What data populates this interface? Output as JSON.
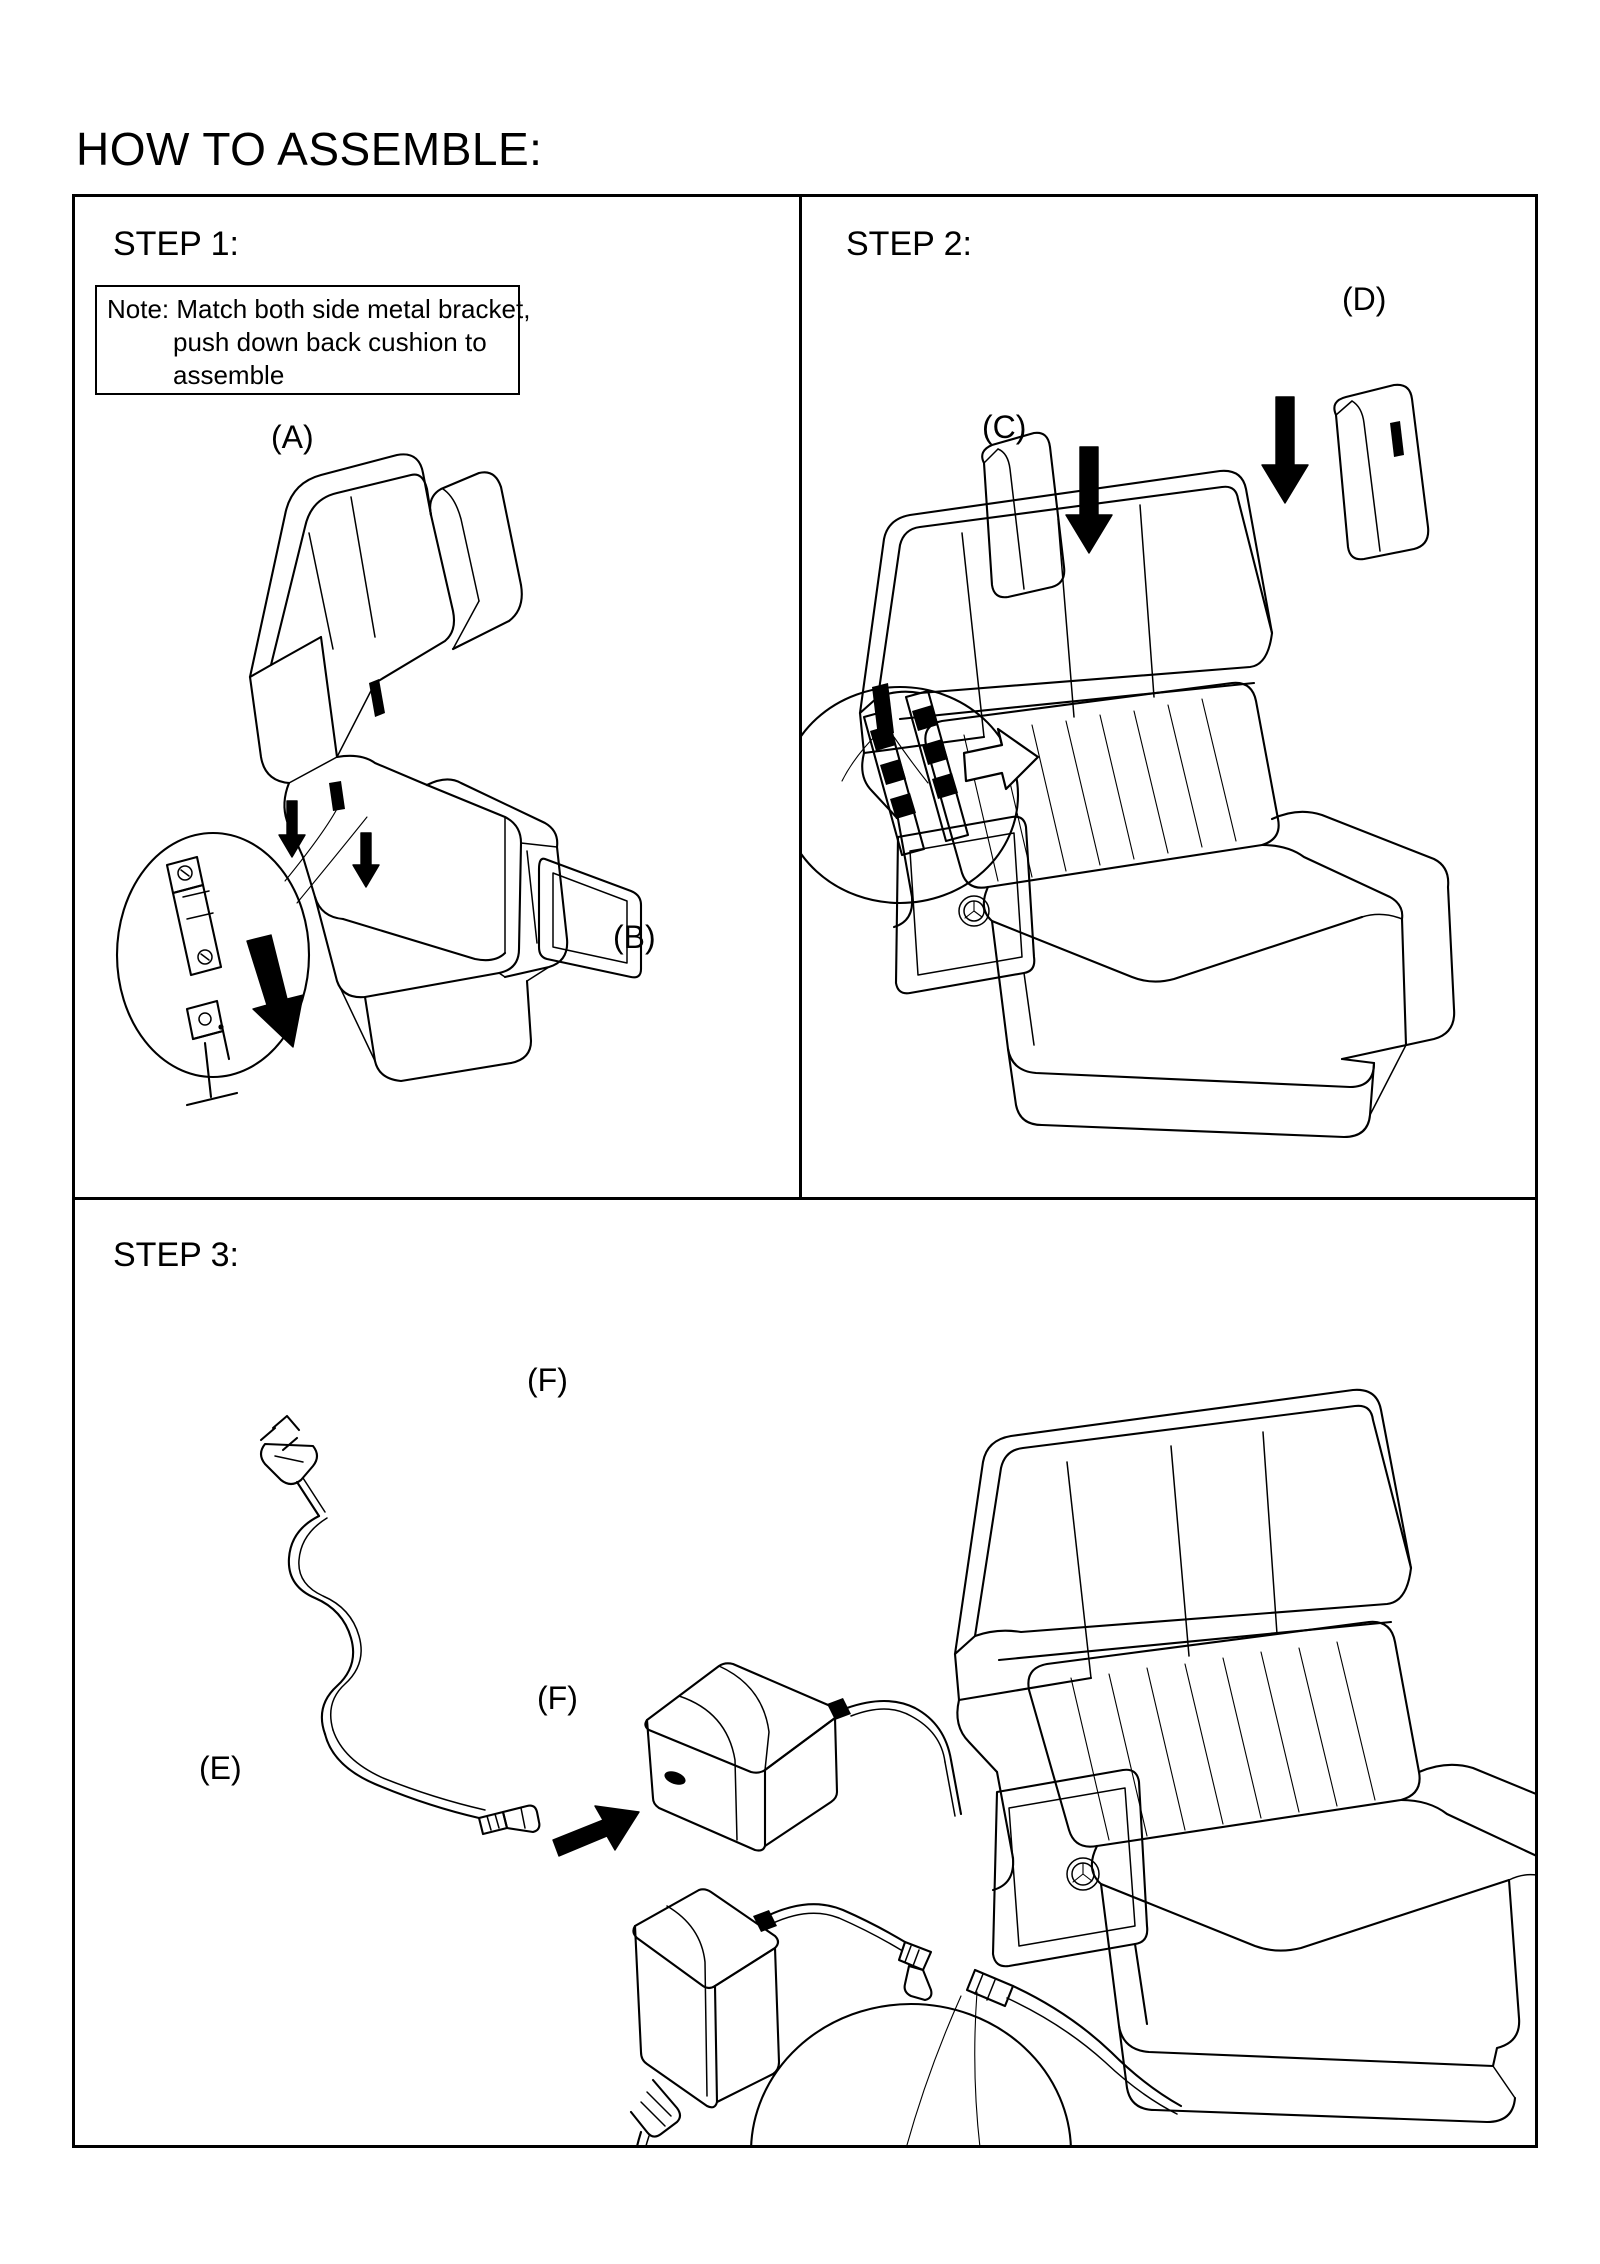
{
  "document": {
    "title": "HOW TO ASSEMBLE:"
  },
  "steps": [
    {
      "id": "step-1",
      "heading": "STEP 1:",
      "note": {
        "lines": [
          "Note: Match both side metal bracket,",
          "push down back cushion to",
          "assemble"
        ]
      },
      "part_labels": [
        {
          "name": "part-label-a",
          "text": "(A)"
        },
        {
          "name": "part-label-b",
          "text": "(B)"
        }
      ]
    },
    {
      "id": "step-2",
      "heading": "STEP 2:",
      "part_labels": [
        {
          "name": "part-label-c",
          "text": "(C)"
        },
        {
          "name": "part-label-d",
          "text": "(D)"
        }
      ]
    },
    {
      "id": "step-3",
      "heading": "STEP 3:",
      "part_labels": [
        {
          "name": "part-label-e",
          "text": "(E)"
        },
        {
          "name": "part-label-f-top",
          "text": "(F)"
        },
        {
          "name": "part-label-f-bottom",
          "text": "(F)"
        }
      ]
    }
  ],
  "colors": {
    "ink": "#000000",
    "paper": "#ffffff"
  }
}
